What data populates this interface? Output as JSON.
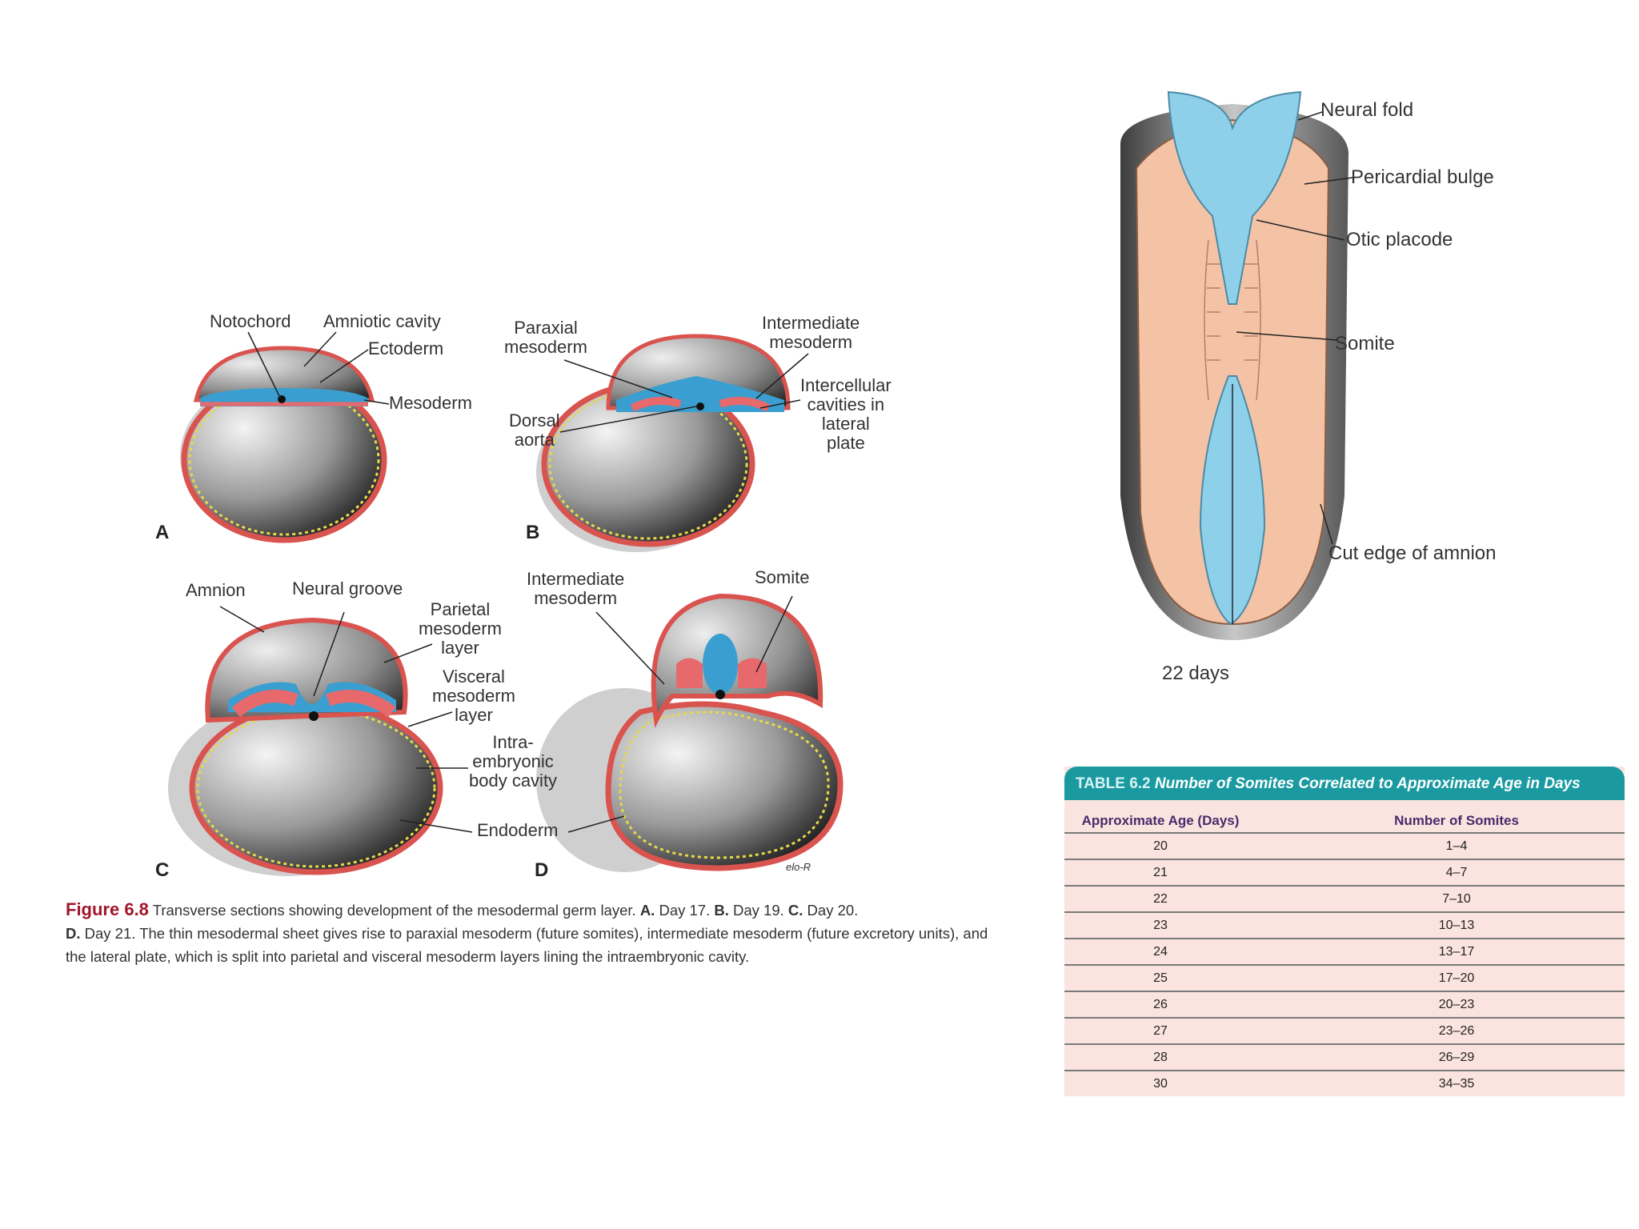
{
  "panels": {
    "A": {
      "letter": "A",
      "notochord": "Notochord",
      "amniotic_cavity": "Amniotic cavity",
      "ectoderm": "Ectoderm",
      "mesoderm": "Mesoderm"
    },
    "B": {
      "letter": "B",
      "paraxial": "Paraxial\nmesoderm",
      "intermediate": "Intermediate\nmesoderm",
      "dorsal_aorta": "Dorsal\naorta",
      "intercellular": "Intercellular\ncavities in\nlateral\nplate"
    },
    "C": {
      "letter": "C",
      "amnion": "Amnion",
      "neural_groove": "Neural groove",
      "parietal": "Parietal\nmesoderm\nlayer",
      "visceral": "Visceral\nmesoderm\nlayer",
      "intra": "Intra-\nembryonic\nbody cavity",
      "endoderm": "Endoderm"
    },
    "D": {
      "letter": "D",
      "intermediate": "Intermediate\nmesoderm",
      "somite": "Somite",
      "signature": "elo-R"
    }
  },
  "caption": {
    "figure": "Figure 6.8",
    "intro": " Transverse sections showing development of the mesodermal germ layer. ",
    "a_lbl": "A.",
    "a_txt": " Day 17. ",
    "b_lbl": "B.",
    "b_txt": " Day 19. ",
    "c_lbl": "C.",
    "c_txt": " Day 20.",
    "d_lbl": "D.",
    "d_txt": " Day 21. The thin mesodermal sheet gives rise to paraxial mesoderm (future somites), intermediate mesoderm (future excretory units), and the lateral plate, which is split into parietal and visceral mesoderm layers lining the intraembryonic cavity."
  },
  "embryo": {
    "neural_fold": "Neural fold",
    "pericardial_bulge": "Pericardial bulge",
    "otic_placode": "Otic placode",
    "somite": "Somite",
    "cut_edge": "Cut edge of amnion",
    "age": "22 days"
  },
  "table": {
    "tag": "TABLE 6.2",
    "title": "Number of Somites Correlated to Approximate Age in Days",
    "col1": "Approximate Age (Days)",
    "col2": "Number of Somites",
    "rows": [
      {
        "age": "20",
        "somites": "1–4"
      },
      {
        "age": "21",
        "somites": "4–7"
      },
      {
        "age": "22",
        "somites": "7–10"
      },
      {
        "age": "23",
        "somites": "10–13"
      },
      {
        "age": "24",
        "somites": "13–17"
      },
      {
        "age": "25",
        "somites": "17–20"
      },
      {
        "age": "26",
        "somites": "20–23"
      },
      {
        "age": "27",
        "somites": "23–26"
      },
      {
        "age": "28",
        "somites": "26–29"
      },
      {
        "age": "30",
        "somites": "34–35"
      }
    ]
  },
  "colors": {
    "mesoderm": "#e8696b",
    "ectoderm": "#3a9fd0",
    "endoderm": "#e6d84a",
    "table_header": "#1a9aa0",
    "caption_accent": "#a0162b",
    "embryo_body": "#f4c3a6",
    "neural": "#8ed0ea"
  }
}
